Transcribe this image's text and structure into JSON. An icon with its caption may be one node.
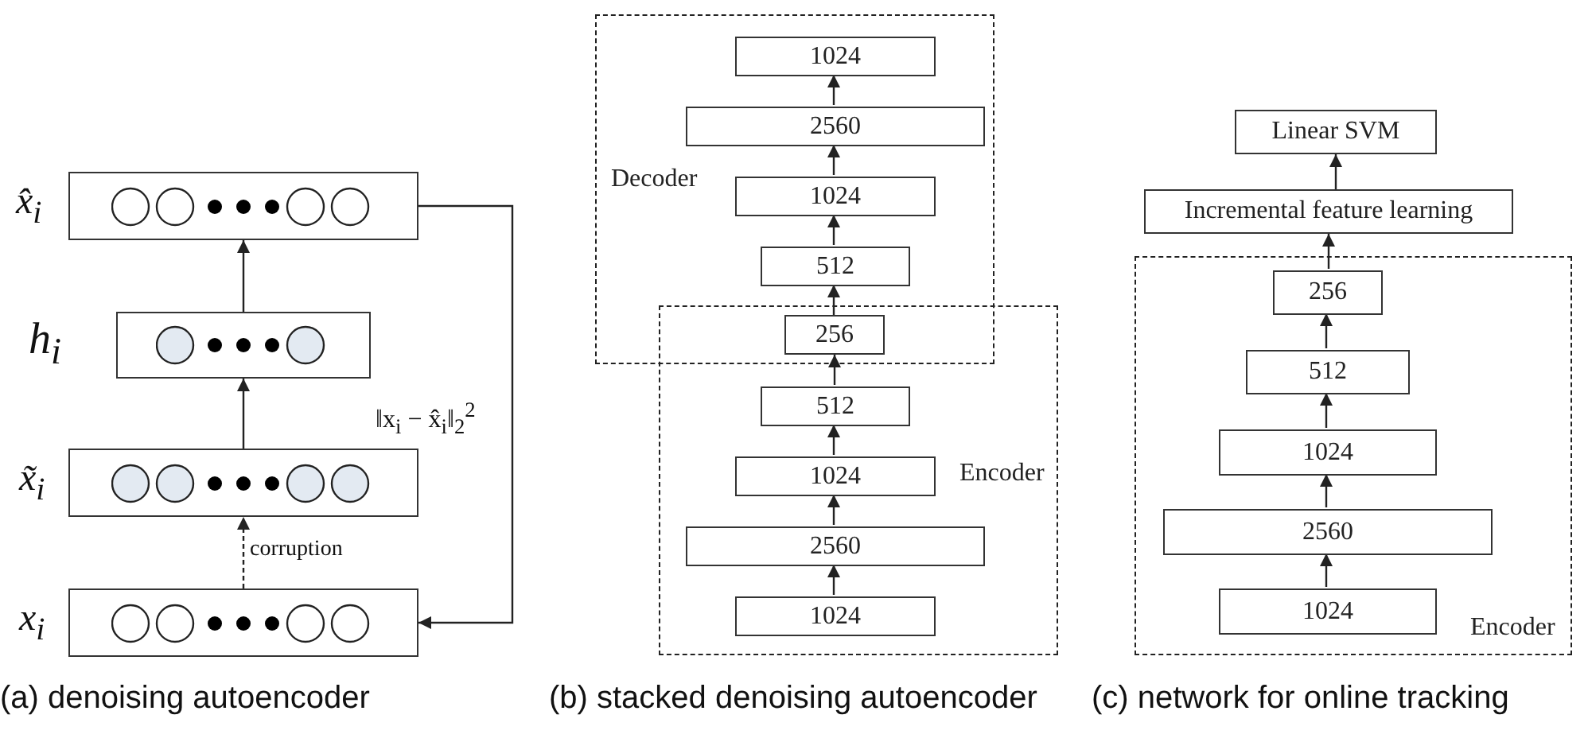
{
  "diagram": {
    "nodes": [
      {
        "text": [
          "x̂$_{i}$"
        ]
      },
      {
        "text": [
          "h$_{i}$"
        ]
      },
      {
        "text": [
          "x̃$_{i}$"
        ]
      },
      {
        "text": [
          "x$_{i}$"
        ]
      },
      {
        "text": [
          "Decoder"
        ]
      },
      {
        "text": [
          "1024"
        ],
        "in": 4
      },
      {
        "text": [
          "2560"
        ],
        "in": 4
      },
      {
        "text": [
          "1024"
        ],
        "in": 4
      },
      {
        "text": [
          "512"
        ],
        "in": 4
      },
      {
        "text": [
          "256"
        ]
      },
      {
        "text": [
          "Encoder"
        ]
      },
      {
        "text": [
          "512"
        ],
        "in": 10
      },
      {
        "text": [
          "1024"
        ],
        "in": 10
      },
      {
        "text": [
          "2560"
        ],
        "in": 10
      },
      {
        "text": [
          "1024"
        ],
        "in": 10
      },
      {
        "text": [
          "Linear SVM"
        ]
      },
      {
        "text": [
          "Incremental feature learning"
        ]
      },
      {
        "text": [
          "Encoder"
        ]
      },
      {
        "text": [
          "256"
        ],
        "in": 17
      },
      {
        "text": [
          "512"
        ],
        "in": 17
      },
      {
        "text": [
          "1024"
        ],
        "in": 17
      },
      {
        "text": [
          "2560"
        ],
        "in": 17
      },
      {
        "text": [
          "1024"
        ],
        "in": 17
      }
    ],
    "edges": [
      {
        "from": 3,
        "to": 2,
        "arrow": "to",
        "label": "corruption",
        "style": "dashed"
      },
      {
        "from": 2,
        "to": 1,
        "arrow": "to"
      },
      {
        "from": 1,
        "to": 0,
        "arrow": "to"
      },
      {
        "from": 0,
        "to": 3,
        "arrow": "to"
      },
      {
        "from": 14,
        "to": 13,
        "arrow": "to"
      },
      {
        "from": 13,
        "to": 12,
        "arrow": "to"
      },
      {
        "from": 12,
        "to": 11,
        "arrow": "to"
      },
      {
        "from": 11,
        "to": 9,
        "arrow": "to"
      },
      {
        "from": 9,
        "to": 8,
        "arrow": "to"
      },
      {
        "from": 8,
        "to": 7,
        "arrow": "to"
      },
      {
        "from": 7,
        "to": 6,
        "arrow": "to"
      },
      {
        "from": 6,
        "to": 5,
        "arrow": "to"
      },
      {
        "from": 22,
        "to": 21,
        "arrow": "to"
      },
      {
        "from": 21,
        "to": 20,
        "arrow": "to"
      },
      {
        "from": 20,
        "to": 19,
        "arrow": "to"
      },
      {
        "from": 19,
        "to": 18,
        "arrow": "to"
      },
      {
        "from": 18,
        "to": 16,
        "arrow": "to"
      },
      {
        "from": 16,
        "to": 15,
        "arrow": "to"
      }
    ],
    "labels": [
      "‖x$_{i}$ − x̂$_{i}$‖$_{2}$$^{2}$",
      "(a) denoising autoencoder",
      "(b) stacked denoising autoencoder",
      "(c) network for online tracking"
    ]
  }
}
